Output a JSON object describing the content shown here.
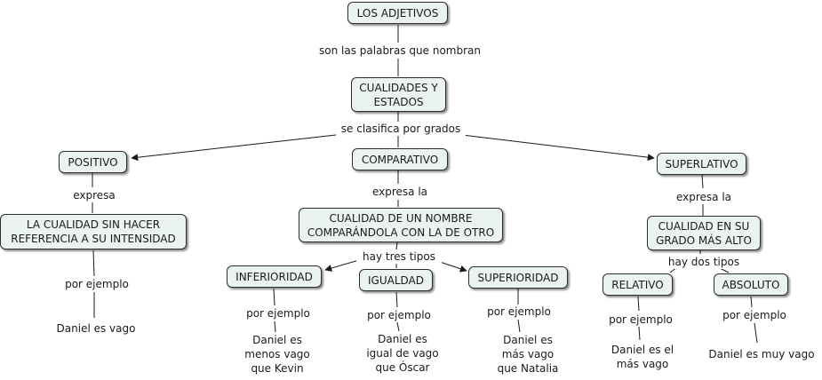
{
  "nodes": {
    "root": "LOS ADJETIVOS",
    "cualidades": "CUALIDADES Y\nESTADOS",
    "positivo": "POSITIVO",
    "comparativo": "COMPARATIVO",
    "superlativo": "SUPERLATIVO",
    "cualidad_sin": "LA CUALIDAD SIN HACER\nREFERENCIA A SU INTENSIDAD",
    "cualidad_nombre": "CUALIDAD DE UN NOMBRE\nCOMPARÁNDOLA CON LA DE OTRO",
    "cualidad_alto": "CUALIDAD EN SU\nGRADO MÁS ALTO",
    "inferioridad": "INFERIORIDAD",
    "igualdad": "IGUALDAD",
    "superioridad": "SUPERIORIDAD",
    "relativo": "RELATIVO",
    "absoluto": "ABSOLUTO"
  },
  "labels": {
    "nombran": "son las palabras que nombran",
    "grados": "se clasifica por grados",
    "expresa1": "expresa",
    "expresa2": "expresa la",
    "expresa3": "expresa la",
    "tres": "hay tres tipos",
    "dos": "hay dos tipos",
    "pe1": "por ejemplo",
    "pe2": "por ejemplo",
    "pe3": "por ejemplo",
    "pe4": "por ejemplo",
    "pe5": "por ejemplo",
    "pe6": "por ejemplo",
    "ex1": "Daniel es vago",
    "ex2": "Daniel es\nmenos vago\nque Kevin",
    "ex3": "Daniel es\nigual de vago\nque Óscar",
    "ex4": "Daniel es\nmás vago\nque Natalia",
    "ex5": "Daniel es el\nmás vago",
    "ex6": "Daniel es muy vago"
  },
  "colors": {
    "node_fill": "#eaf2f2",
    "border": "#2d2d2d",
    "line": "#1a1a1a"
  }
}
